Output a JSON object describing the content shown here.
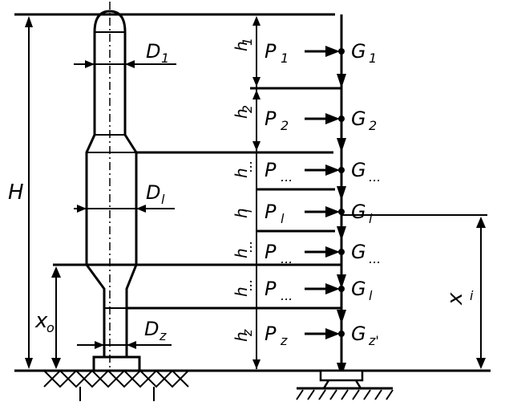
{
  "labels": {
    "H": "H",
    "x0": "x",
    "x0_sub": "o",
    "xi": "x",
    "xi_sub": "i",
    "D1_top": "D",
    "D1_top_sub": "1",
    "D1_mid": "D",
    "D1_mid_sub": "l",
    "D2": "D",
    "D2_sub": "z"
  },
  "segments": [
    {
      "h": "h",
      "h_sub": "1",
      "P": "P",
      "P_sub": "1",
      "G": "G",
      "G_sub": "1"
    },
    {
      "h": "h",
      "h_sub": "2",
      "P": "P",
      "P_sub": "2",
      "G": "G",
      "G_sub": "2"
    },
    {
      "h": "h",
      "h_sub": "...",
      "P": "P",
      "P_sub": "...",
      "G": "G",
      "G_sub": "..."
    },
    {
      "h": "h",
      "h_sub": "l",
      "P": "P",
      "P_sub": "l",
      "G": "G",
      "G_sub": "l"
    },
    {
      "h": "h",
      "h_sub": "...",
      "P": "P",
      "P_sub": "...",
      "G": "G",
      "G_sub": "..."
    },
    {
      "h": "h",
      "h_sub": "...",
      "P": "P",
      "P_sub": "...",
      "G": "G",
      "G_sub": "l"
    },
    {
      "h": "h",
      "h_sub": "z",
      "P": "P",
      "P_sub": "z",
      "G": "G",
      "G_sub": "z'"
    }
  ]
}
